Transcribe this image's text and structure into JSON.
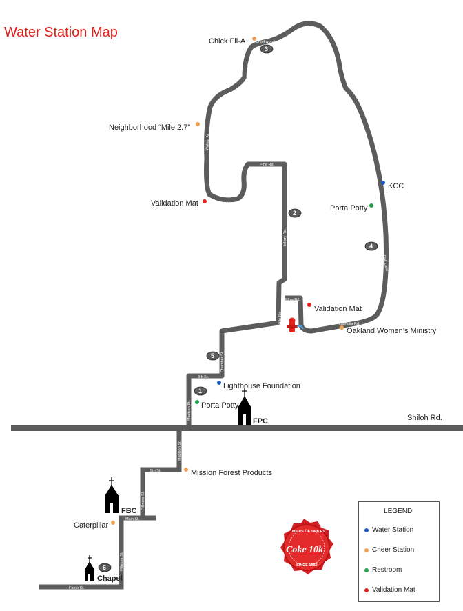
{
  "title": "Water Station Map",
  "main_road": "Shiloh Rd.",
  "legend": {
    "title": "LEGEND:",
    "items": [
      {
        "label": "Water Station",
        "color": "#1a5fc8"
      },
      {
        "label": "Cheer Station",
        "color": "#f0a050"
      },
      {
        "label": "Restroom",
        "color": "#22a04a"
      },
      {
        "label": "Validation Mat",
        "color": "#e0221a"
      }
    ]
  },
  "stations": {
    "chick_fil_a": "Chick Fil-A",
    "neighborhood": "Neighborhood “Mile 2.7”",
    "validation_mat_north": "Validation Mat",
    "kcc": "KCC",
    "porta_potty_east": "Porta Potty",
    "validation_mat_willow": "Validation Mat",
    "oakland": "Oakland Women’s Ministry",
    "lighthouse": "Lighthouse Foundation",
    "porta_potty_south": "Porta Potty",
    "mission_forest": "Mission Forest Products",
    "caterpillar": "Caterpillar"
  },
  "churches": {
    "fpc": "FPC",
    "fbc": "FBC",
    "chapel": "Chapel"
  },
  "streets": {
    "creekwood": "Creekwood",
    "chestnut": "Chestnut Dr.",
    "walnut": "Walnut St.",
    "peachtree": "Peachtree",
    "pine": "Pine Rd.",
    "hickory": "Hickory Rd.",
    "oak": "Oak Lane",
    "willow": "Willow Rd.",
    "magnolia": "Magnolia Rd.",
    "maple": "Maple Rd.",
    "twelfth": "12th St.",
    "chamber": "Chamber St.",
    "eighth": "8th St.",
    "madison_n": "Madison St.",
    "madison_s": "Madison St.",
    "fifth": "5th St.",
    "fillmore_n": "Fillmore St.",
    "main": "Main St.",
    "fillmore_s": "Fillmore St.",
    "foote": "Foote St."
  },
  "miles": [
    "1",
    "2",
    "3",
    "4",
    "5",
    "6"
  ],
  "logo": {
    "text": "Coke 10k",
    "top": "MILES OF SMILES",
    "bottom": "SINCE 1982"
  }
}
